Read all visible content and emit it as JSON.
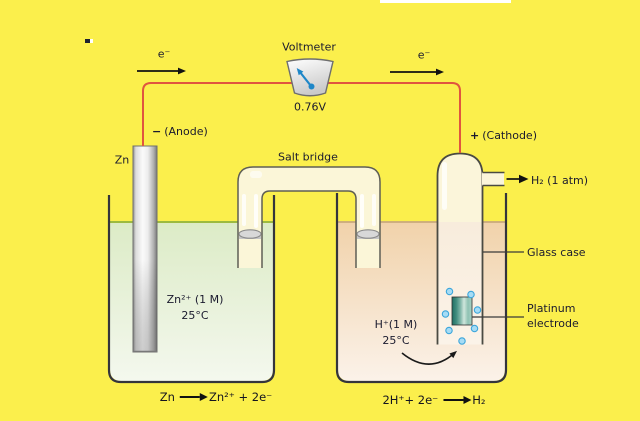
{
  "colors": {
    "background": "#FBEF4C",
    "wire": "#E0553F",
    "needle": "#1E87C8",
    "left_solution": "#DCEBC6",
    "right_solution": "#F1D2AA",
    "salt_bridge_fill": "#FBF6D8",
    "platinum_teal": "#3F8B7D",
    "bubble_blue": "#A6DCF5"
  },
  "voltmeter": {
    "label": "Voltmeter",
    "reading": "0.76V"
  },
  "electron_flow": {
    "left_label": "e⁻",
    "right_label": "e⁻"
  },
  "terminals": {
    "anode_sign": "−",
    "anode_text": "(Anode)",
    "cathode_sign": "+",
    "cathode_text": "(Cathode)"
  },
  "anode_half_cell": {
    "electrode_label": "Zn",
    "solution_line1": "Zn²⁺ (1 M)",
    "solution_line2": "25°C",
    "equation_lhs": "Zn",
    "equation_rhs": "Zn²⁺ + 2e⁻"
  },
  "salt_bridge": {
    "label": "Salt bridge"
  },
  "cathode_half_cell": {
    "gas_outlet_label": "H₂ (1 atm)",
    "glass_case_label": "Glass case",
    "platinum_label_line1": "Platinum",
    "platinum_label_line2": "electrode",
    "solution_line1": "H⁺(1 M)",
    "solution_line2": "25°C",
    "equation_lhs": "2H⁺+ 2e⁻",
    "equation_rhs": "H₂"
  }
}
